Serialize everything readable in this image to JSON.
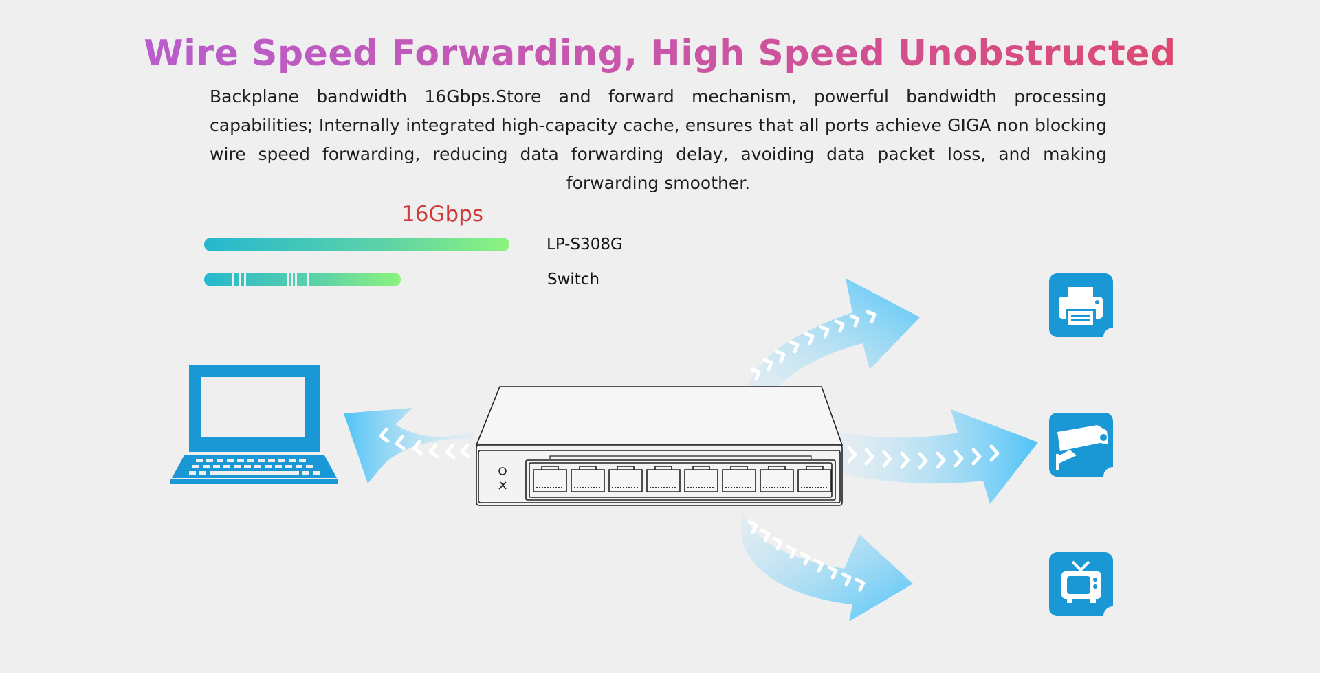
{
  "header": {
    "title": "Wire Speed Forwarding, High Speed Unobstructed",
    "description": "Backplane bandwidth 16Gbps.Store and forward mechanism, powerful bandwidth processing capabilities; Internally integrated high-capacity cache, ensures that all ports achieve GIGA non blocking wire speed forwarding, reducing data forwarding delay, avoiding data packet loss, and making forwarding smoother."
  },
  "comparison": {
    "speed_label": "16Gbps",
    "bars": [
      {
        "label": "LP-S308G",
        "relative_level": 1.0
      },
      {
        "label": "Switch",
        "relative_level": 0.64
      }
    ]
  },
  "devices": {
    "center": "network-switch",
    "ports": 8,
    "left": "laptop-icon",
    "right": [
      "printer-icon",
      "camera-icon",
      "tv-icon"
    ]
  },
  "colors": {
    "title_gradient": [
      "#b460d6",
      "#e44563"
    ],
    "speed_label": "#cf3a3a",
    "bar_gradient": [
      "#25b8cf",
      "#8cf37d"
    ],
    "icon_blue": "#1a98d6",
    "arrow_blue": "#4fc3f7"
  }
}
